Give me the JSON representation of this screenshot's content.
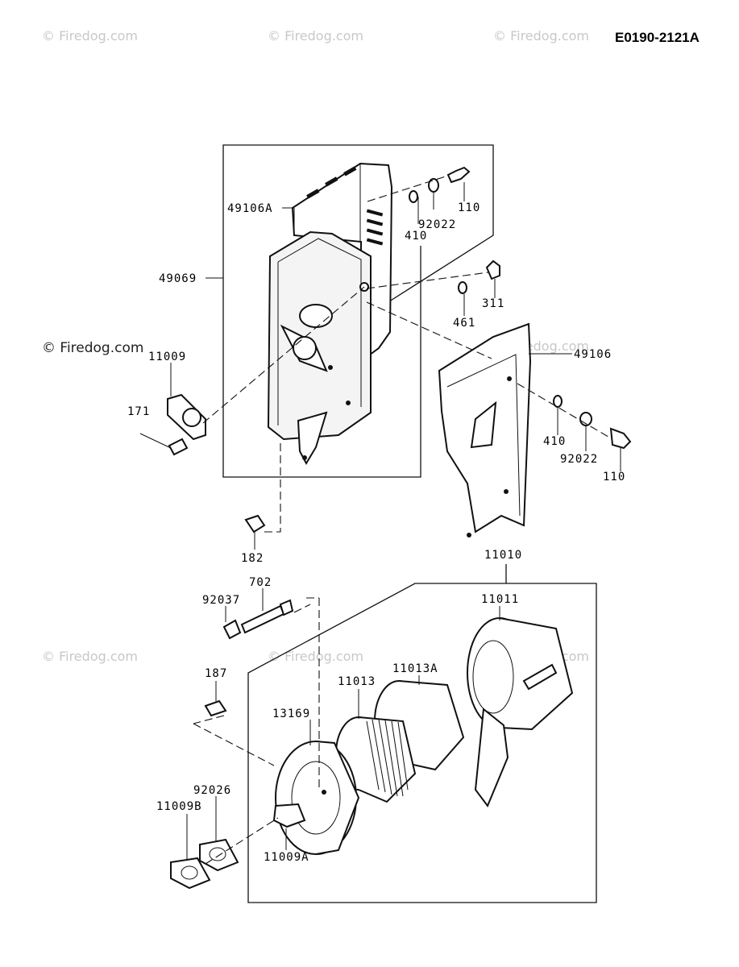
{
  "diagram_code": "E0190-2121A",
  "watermark": "© Firedog.com",
  "parts": {
    "p49106A": "49106A",
    "p410a": "410",
    "p92022a": "92022",
    "p110a": "110",
    "p49069": "49069",
    "p461": "461",
    "p311": "311",
    "p49106": "49106",
    "p11009": "11009",
    "p171": "171",
    "p410b": "410",
    "p92022b": "92022",
    "p110b": "110",
    "p182": "182",
    "p11010": "11010",
    "p702": "702",
    "p92037": "92037",
    "p11011": "11011",
    "p11013A": "11013A",
    "p11013": "11013",
    "p187": "187",
    "p13169": "13169",
    "p92026": "92026",
    "p11009B": "11009B",
    "p11009A": "11009A"
  }
}
